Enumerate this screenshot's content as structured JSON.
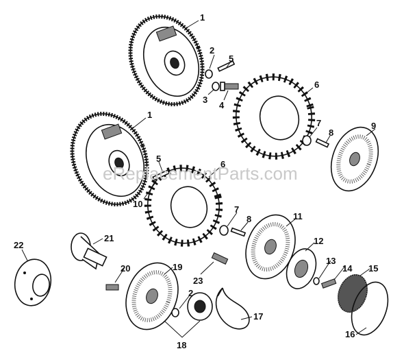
{
  "watermark": "eReplacementParts.com",
  "callouts": {
    "c1a": "1",
    "c1b": "1",
    "c2a": "2",
    "c2b": "2",
    "c3": "3",
    "c4": "4",
    "c5a": "5",
    "c5b": "5",
    "c6a": "6",
    "c6b": "6",
    "c7a": "7",
    "c7b": "7",
    "c8a": "8",
    "c8b": "8",
    "c9": "9",
    "c10": "10",
    "c11": "11",
    "c12": "12",
    "c13": "13",
    "c14": "14",
    "c15": "15",
    "c16": "16",
    "c17": "17",
    "c18": "18",
    "c19": "19",
    "c20": "20",
    "c21": "21",
    "c22": "22",
    "c23": "23"
  }
}
